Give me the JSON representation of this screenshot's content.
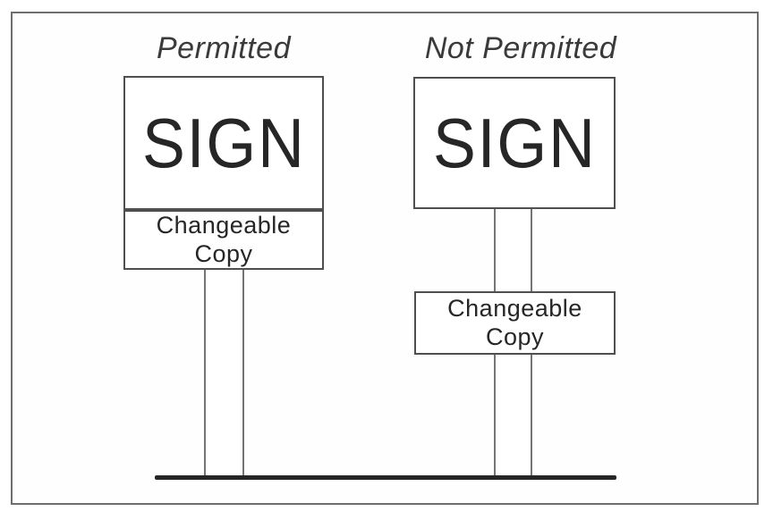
{
  "diagram": {
    "permitted": {
      "title": "Permitted",
      "sign_text": "SIGN",
      "copy_line1": "Changeable",
      "copy_line2": "Copy"
    },
    "not_permitted": {
      "title": "Not Permitted",
      "sign_text": "SIGN",
      "copy_line1": "Changeable",
      "copy_line2": "Copy"
    },
    "colors": {
      "frame_border": "#6e6e6e",
      "box_border": "#4f4f4f",
      "pole_line": "#757575",
      "text": "#262626",
      "ground_line": "#262626",
      "background": "#ffffff"
    }
  }
}
